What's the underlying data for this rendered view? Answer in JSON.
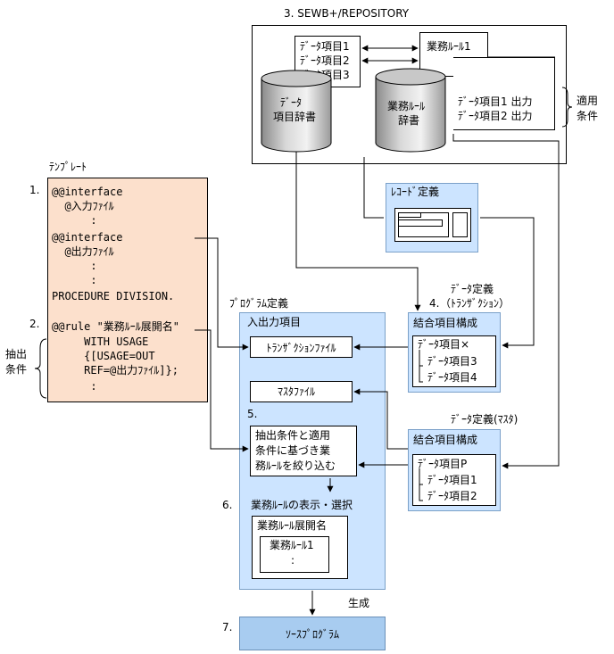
{
  "repository": {
    "title": "3. SEWB+/REPOSITORY",
    "data_items": [
      "ﾃﾞｰﾀ項目1",
      "ﾃﾞｰﾀ項目2",
      "ﾃﾞｰﾀ項目3"
    ],
    "business_rule": "業務ﾙｰﾙ1",
    "data_dict_line1": "ﾃﾞｰﾀ",
    "data_dict_line2": "項目辞書",
    "rule_dict_line1": "業務ﾙｰﾙ",
    "rule_dict_line2": "辞書",
    "outputs": [
      "ﾃﾞｰﾀ項目1  出力",
      "ﾃﾞｰﾀ項目2  出力"
    ],
    "apply_cond_line1": "適用",
    "apply_cond_line2": "条件"
  },
  "template": {
    "title": "ﾃﾝﾌﾟﾚｰﾄ",
    "step1": "1.",
    "step2": "2.",
    "lines": [
      "@@interface",
      "  @入力ﾌｧｲﾙ",
      "      :",
      "@@interface",
      "  @出力ﾌｧｲﾙ",
      "      :",
      "      :",
      "PROCEDURE DIVISION.",
      "@@rule \"業務ﾙｰﾙ展開名\"",
      "     WITH USAGE",
      "     {[USAGE=OUT",
      "     REF=@出力ﾌｧｲﾙ]};",
      "      :"
    ],
    "extract_line1": "抽出",
    "extract_line2": "条件"
  },
  "record": {
    "title": "ﾚｺｰﾄﾞ定義"
  },
  "program": {
    "title": "ﾌﾟﾛｸﾞﾗﾑ定義",
    "io_title": "入出力項目",
    "transaction_file": "ﾄﾗﾝｻﾞｸｼｮﾝﾌｧｲﾙ",
    "master_file": "ﾏｽﾀﾌｧｲﾙ",
    "step5": "5.",
    "filter_text": [
      "抽出条件と適用",
      "条件に基づき業",
      "務ﾙｰﾙを絞り込む"
    ],
    "step6": "6.",
    "display_select": "業務ﾙｰﾙの表示・選択",
    "expand_name": "業務ﾙｰﾙ展開名",
    "rule_item": "業務ﾙｰﾙ1",
    "rule_more": ":"
  },
  "trans_def": {
    "step": "4.",
    "title_line1": "ﾃﾞｰﾀ定義",
    "title_line2": "（ﾄﾗﾝｻﾞｸｼｮﾝ）",
    "struct_title": "結合項目構成",
    "items": [
      "ﾃﾞｰﾀ項目×",
      "ﾃﾞｰﾀ項目3",
      "ﾃﾞｰﾀ項目4"
    ]
  },
  "master_def": {
    "title": "ﾃﾞｰﾀ定義(ﾏｽﾀ)",
    "struct_title": "結合項目構成",
    "items": [
      "ﾃﾞｰﾀ項目P",
      "ﾃﾞｰﾀ項目1",
      "ﾃﾞｰﾀ項目2"
    ]
  },
  "generate": {
    "label": "生成",
    "step7": "7.",
    "source_program": "ｿｰｽﾌﾟﾛｸﾞﾗﾑ"
  },
  "colors": {
    "template_bg": "#fce0cc",
    "panel_bg": "#cce4ff",
    "panel_border": "#7aa0c8",
    "source_bg": "#a8ccf0"
  }
}
